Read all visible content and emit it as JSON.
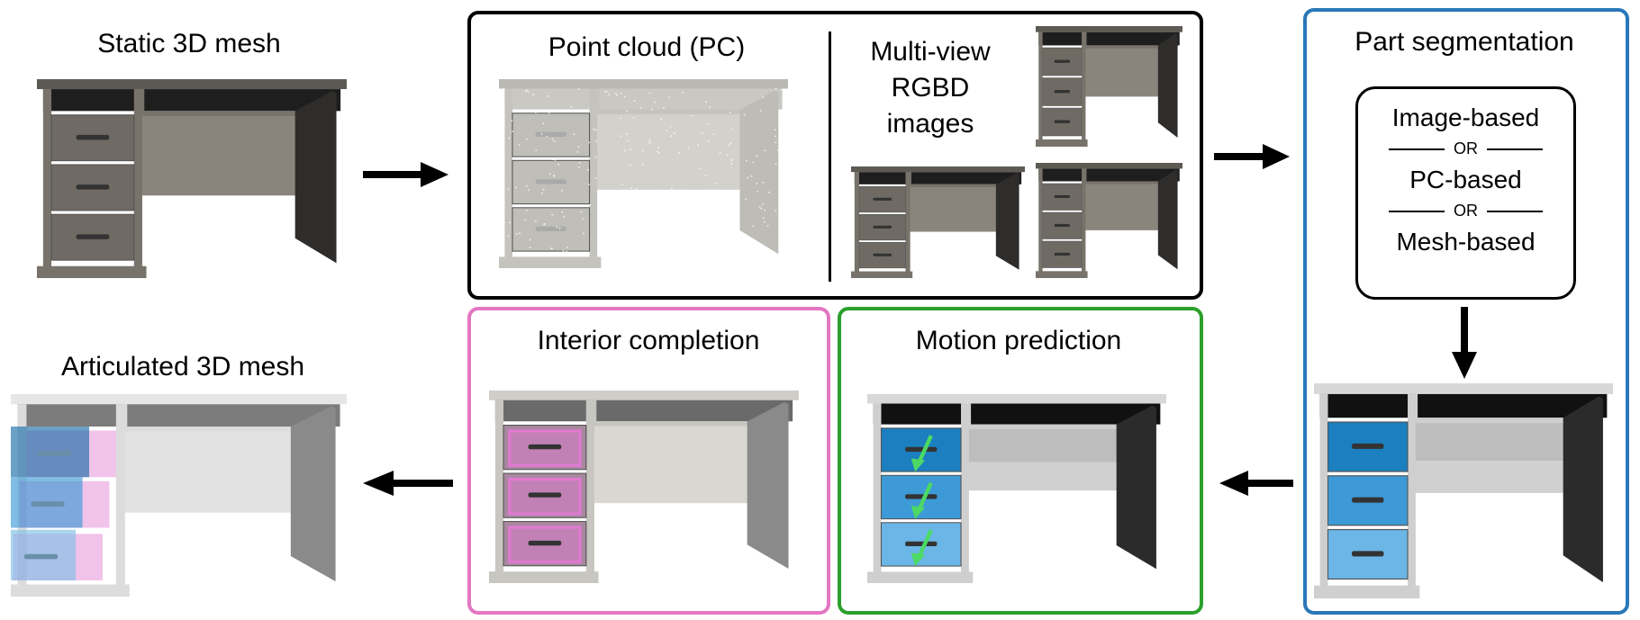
{
  "stages": {
    "static_mesh": {
      "title": "Static 3D mesh"
    },
    "input_box": {
      "point_cloud_title": "Point cloud (PC)",
      "multiview_title_lines": [
        "Multi-view",
        "RGBD",
        "images"
      ]
    },
    "part_segmentation": {
      "title": "Part segmentation",
      "options": [
        "Image-based",
        "PC-based",
        "Mesh-based"
      ],
      "separator": "OR"
    },
    "motion_prediction": {
      "title": "Motion prediction"
    },
    "interior_completion": {
      "title": "Interior completion"
    },
    "articulated_mesh": {
      "title": "Articulated 3D mesh"
    }
  },
  "colors": {
    "input_border": "#000000",
    "segmentation_border": "#2a78b8",
    "motion_border": "#2ca02c",
    "interior_border": "#e377c2",
    "wood": "#6e6a62",
    "wood_dark": "#3a3836",
    "part_blue_1": "#1b7fc0",
    "part_blue_2": "#3d9ad6",
    "part_blue_3": "#6bb6e6",
    "motion_arrow": "#4cd964",
    "interior_pink": "#e07ad0"
  }
}
